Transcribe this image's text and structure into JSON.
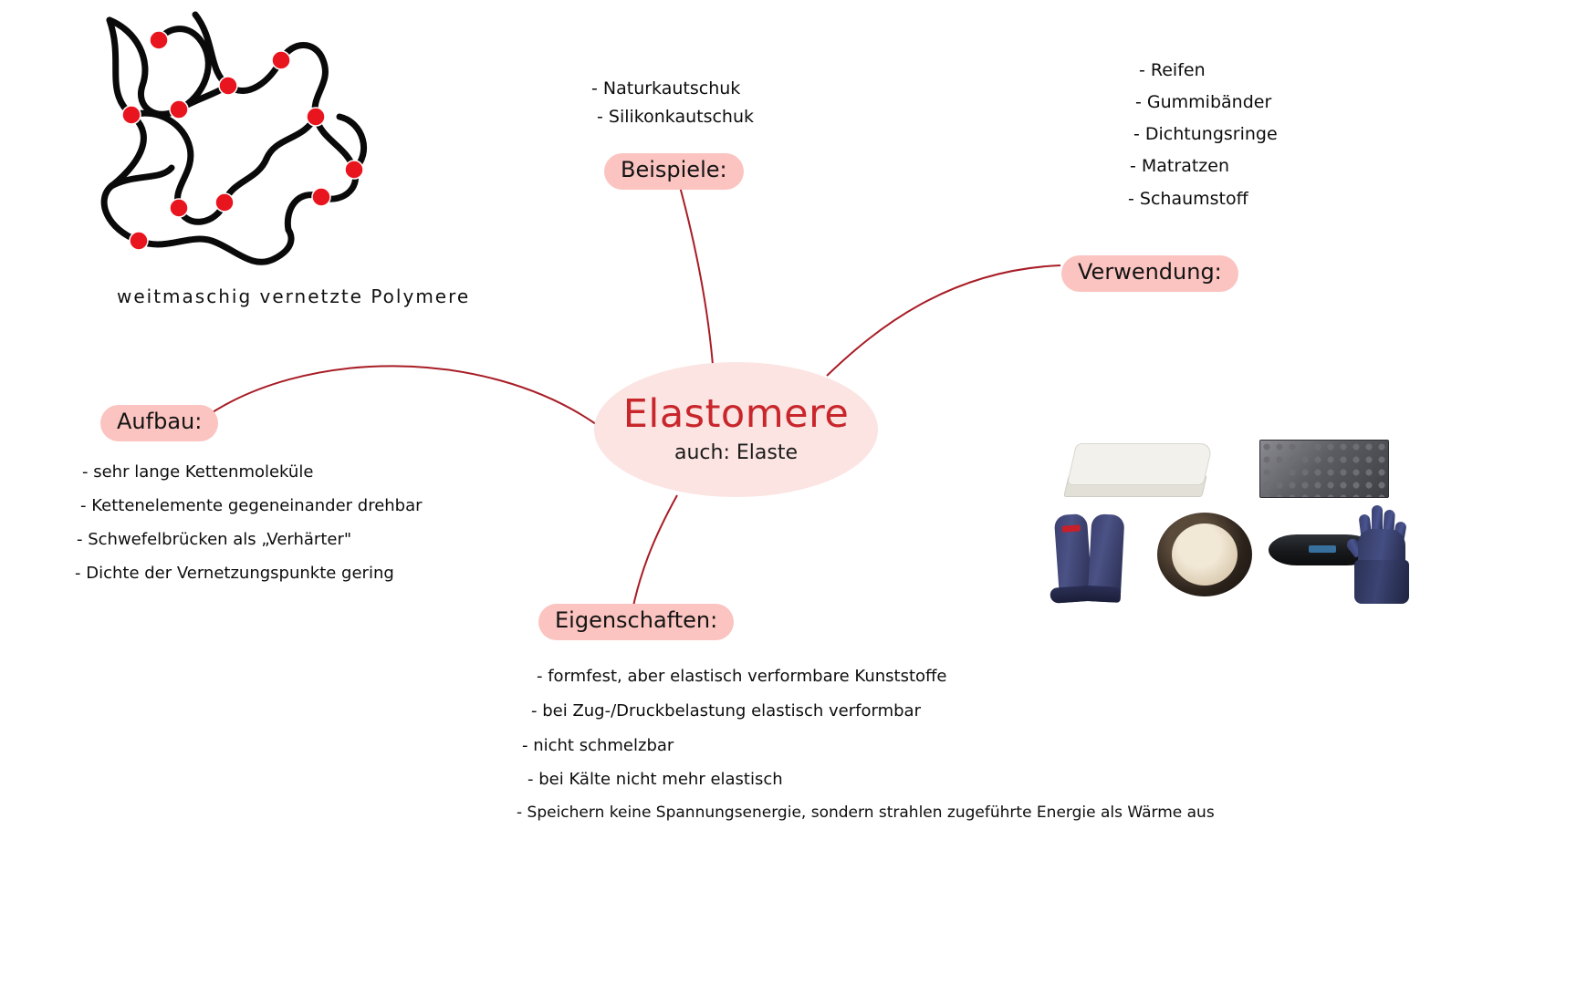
{
  "central": {
    "title": "Elastomere",
    "subtitle": "auch: Elaste",
    "fill_color": "#fbe4e2",
    "title_color": "#c8262b"
  },
  "branches": {
    "beispiele": {
      "label": "Beispiele:",
      "items": [
        "- Naturkautschuk",
        "- Silikonkautschuk"
      ]
    },
    "verwendung": {
      "label": "Verwendung:",
      "items": [
        "- Reifen",
        "- Gummibänder",
        "- Dichtungsringe",
        "- Matratzen",
        "- Schaumstoff"
      ]
    },
    "aufbau": {
      "label": "Aufbau:",
      "items": [
        "- sehr lange Kettenmoleküle",
        "- Kettenelemente gegeneinander drehbar",
        "- Schwefelbrücken als „Verhärter\"",
        "- Dichte der Vernetzungspunkte gering"
      ]
    },
    "eigenschaften": {
      "label": "Eigenschaften:",
      "items": [
        "- formfest, aber elastisch verformbare Kunststoffe",
        "- bei Zug-/Druckbelastung elastisch verformbar",
        "- nicht schmelzbar",
        "- bei Kälte nicht mehr elastisch",
        "- Speichern keine Spannungsenergie, sondern strahlen zugeführte Energie als Wärme aus"
      ]
    }
  },
  "diagram": {
    "caption": "weitmaschig  vernetzte  Polymere",
    "chain_color": "#0a0a0a",
    "crosslink_color": "#e8151f",
    "crosslink_count": 10
  },
  "collage": {
    "items": [
      "mattress-photo",
      "acoustic-foam-photo",
      "rubber-boots-photo",
      "condom-ring-photo",
      "fitness-band-photo",
      "rubber-glove-photo"
    ]
  },
  "style": {
    "pill_color": "#fbc4c0",
    "link_color": "#a81d26",
    "background": "#ffffff"
  }
}
